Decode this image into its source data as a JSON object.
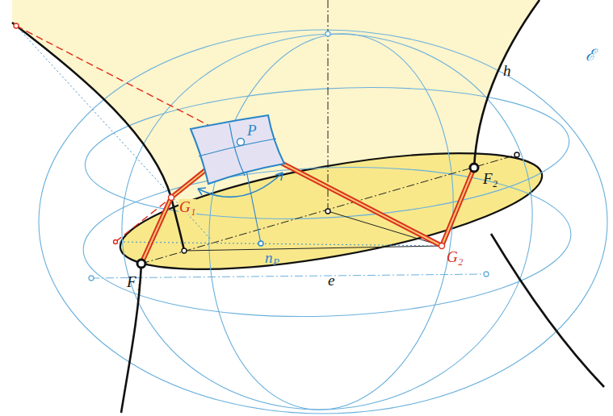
{
  "diagram": {
    "labels": [
      "ℰ",
      "h",
      "P",
      "G₁",
      "n",
      "P",
      "F₂",
      "G₂",
      "F₁",
      "e"
    ]
  }
}
